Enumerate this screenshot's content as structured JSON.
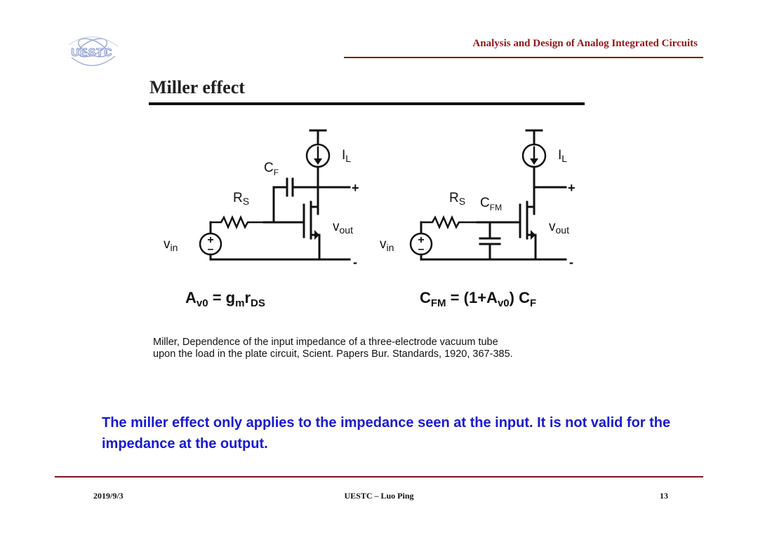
{
  "header": {
    "logo_text": "UESTC",
    "course_title": "Analysis and Design of Analog Integrated Circuits"
  },
  "slide": {
    "title": "Miller effect"
  },
  "circuit_left": {
    "source_label": "v",
    "source_sub": "in",
    "resistor_label": "R",
    "resistor_sub": "S",
    "cap_label": "C",
    "cap_sub": "F",
    "current_label": "I",
    "current_sub": "L",
    "plus": "+",
    "minus": "-",
    "out_label": "v",
    "out_sub": "out",
    "eq_a": "A",
    "eq_a_sub": "v0",
    "eq_eq": " = ",
    "eq_g": "g",
    "eq_g_sub": "m",
    "eq_r": "r",
    "eq_r_sub": "DS"
  },
  "circuit_right": {
    "source_label": "v",
    "source_sub": "in",
    "resistor_label": "R",
    "resistor_sub": "S",
    "cap_label": "C",
    "cap_sub": "FM",
    "current_label": "I",
    "current_sub": "L",
    "plus": "+",
    "minus": "-",
    "out_label": "v",
    "out_sub": "out",
    "eq_c": "C",
    "eq_c_sub": "FM",
    "eq_mid": " = (1+A",
    "eq_mid_sub": "v0",
    "eq_close": ") C",
    "eq_close_sub": "F"
  },
  "citation": {
    "line1": "Miller, Dependence of the input impedance of a three-electrode vacuum tube",
    "line2": "upon the load in the plate circuit, Scient. Papers Bur. Standards, 1920, 367-385."
  },
  "note": "The miller effect only applies to the impedance seen at the input. It is not valid for the impedance at the output.",
  "footer": {
    "date": "2019/9/3",
    "center": "UESTC – Luo  Ping",
    "page": "13"
  }
}
